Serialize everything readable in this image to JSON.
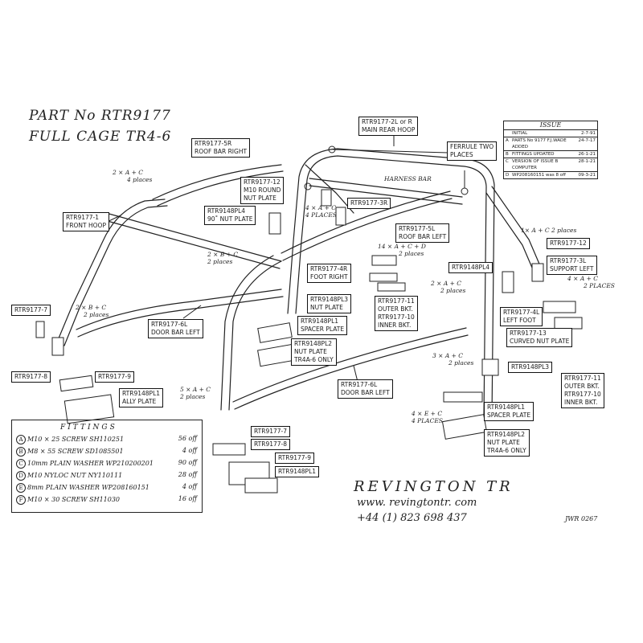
{
  "title": {
    "line1": "PART No RTR9177",
    "line2": "FULL CAGE  TR4-6"
  },
  "issue_table": {
    "heading": "ISSUE",
    "rows": [
      {
        "c": "",
        "text": "INITIAL",
        "date": "2-7-91"
      },
      {
        "c": "A",
        "text": "PARTS No 9177 F.J.WADE ADDED",
        "date": "24-7-17"
      },
      {
        "c": "B",
        "text": "FITTINGS UPDATED",
        "date": "26-1-21"
      },
      {
        "c": "C",
        "text": "VERSION OF ISSUE B COMPUTER",
        "date": "28-1-21"
      },
      {
        "c": "D",
        "text": "WP208160151 was 8 off",
        "date": "09-3-21"
      }
    ]
  },
  "labels": {
    "main_rear_hoop": [
      "RTR9177-2L or R",
      "MAIN REAR HOOP"
    ],
    "roof_bar_right": [
      "RTR9177-5R",
      "ROOF BAR RIGHT"
    ],
    "m10_round_nut_plate": [
      "RTR9177-12",
      "M10 ROUND",
      "NUT PLATE"
    ],
    "ferrule": [
      "FERRULE TWO",
      "PLACES"
    ],
    "nut_plate_90": [
      "RTR9148PL4",
      "90˚ NUT PLATE"
    ],
    "rtr9177_3r": [
      "RTR9177-3R"
    ],
    "front_hoop": [
      "RTR9177-1",
      "FRONT HOOP"
    ],
    "roof_bar_left": [
      "RTR9177-5L",
      "ROOF BAR LEFT"
    ],
    "rtr9177_12_r": [
      "RTR9177-12"
    ],
    "support_left": [
      "RTR9177-3L",
      "SUPPORT LEFT"
    ],
    "foot_right": [
      "RTR9177-4R",
      "FOOT RIGHT"
    ],
    "rtr9148pl4_r": [
      "RTR9148PL4"
    ],
    "nut_plate_pl3": [
      "RTR9148PL3",
      "NUT PLATE"
    ],
    "bkt_mid": [
      "RTR9177-11",
      "OUTER BKT.",
      "RTR9177-10",
      "INNER BKT."
    ],
    "rtr9177_7_l": [
      "RTR9177-7"
    ],
    "door_bar_left_top": [
      "RTR9177-6L",
      "DOOR BAR LEFT"
    ],
    "spacer_plate_mid": [
      "RTR9148PL1",
      "SPACER PLATE"
    ],
    "left_foot": [
      "RTR9177-4L",
      "LEFT FOOT"
    ],
    "curved_nut_plate": [
      "RTR9177-13",
      "CURVED NUT PLATE"
    ],
    "nut_plate_pl2_mid": [
      "RTR9148PL2",
      "NUT PLATE",
      "TR4A-6 ONLY"
    ],
    "rtr9148pl3_r": [
      "RTR9148PL3"
    ],
    "rtr9177_8_l": [
      "RTR9177-8"
    ],
    "rtr9177_9_l": [
      "RTR9177-9"
    ],
    "ally_plate": [
      "RTR9148PL1",
      "ALLY PLATE"
    ],
    "door_bar_left_bottom": [
      "RTR9177-6L",
      "DOOR BAR LEFT"
    ],
    "bkt_right": [
      "RTR9177-11",
      "OUTER BKT.",
      "RTR9177-10",
      "INNER BKT."
    ],
    "spacer_plate_right": [
      "RTR9148PL1",
      "SPACER PLATE"
    ],
    "rtr9177_7_b": [
      "RTR9177-7"
    ],
    "rtr9177_8_b": [
      "RTR9177-8"
    ],
    "rtr9177_9_b": [
      "RTR9177-9"
    ],
    "rtr9148pl1_b": [
      "RTR9148PL1"
    ],
    "nut_plate_pl2_right": [
      "RTR9148PL2",
      "NUT PLATE",
      "TR4A-6 ONLY"
    ]
  },
  "notes": {
    "n_roof_r": [
      "2 × A + C",
      "4 places"
    ],
    "n_4x_mid": [
      "4 × A + C",
      "4 PLACES"
    ],
    "n_harness": [
      "HARNESS BAR"
    ],
    "n_1x_right": [
      "1× A + C  2 places"
    ],
    "n_2x_front": [
      "2 × B + C",
      "2 places"
    ],
    "n_14x": [
      "14 × A + C + D",
      "2 places"
    ],
    "n_4x_right": [
      "4 × A + C",
      "2 PLACES"
    ],
    "n_2x_left": [
      "2 × B + C",
      "2 places"
    ],
    "n_2x_right": [
      "2 × A + C",
      "2 places"
    ],
    "n_3x_right": [
      "3 × A + C",
      "2 places"
    ],
    "n_5x": [
      "5 × A + C",
      "2 places"
    ],
    "n_4x_bottom": [
      "4 × E + C",
      "4 PLACES"
    ]
  },
  "fittings": {
    "heading": "FITTINGS",
    "items": [
      {
        "key": "A",
        "desc": "M10 × 25  SCREW  SH110251",
        "qty": "56 off"
      },
      {
        "key": "B",
        "desc": "M8 × 55  SCREW  SD1085501",
        "qty": "4 off"
      },
      {
        "key": "C",
        "desc": "10mm PLAIN WASHER WP210200201",
        "qty": "90 off"
      },
      {
        "key": "D",
        "desc": "M10 NYLOC NUT  NY110111",
        "qty": "28 off"
      },
      {
        "key": "E",
        "desc": "8mm PLAIN WASHER WP208160151",
        "qty": "4 off"
      },
      {
        "key": "F",
        "desc": "M10 × 30  SCREW  SH11030",
        "qty": "16 off"
      }
    ]
  },
  "brand": {
    "name": "REVINGTON TR",
    "web": "www. revingtontr. com",
    "phone": "+44 (1) 823 698 437",
    "drawing_no": "JWR 0267"
  }
}
